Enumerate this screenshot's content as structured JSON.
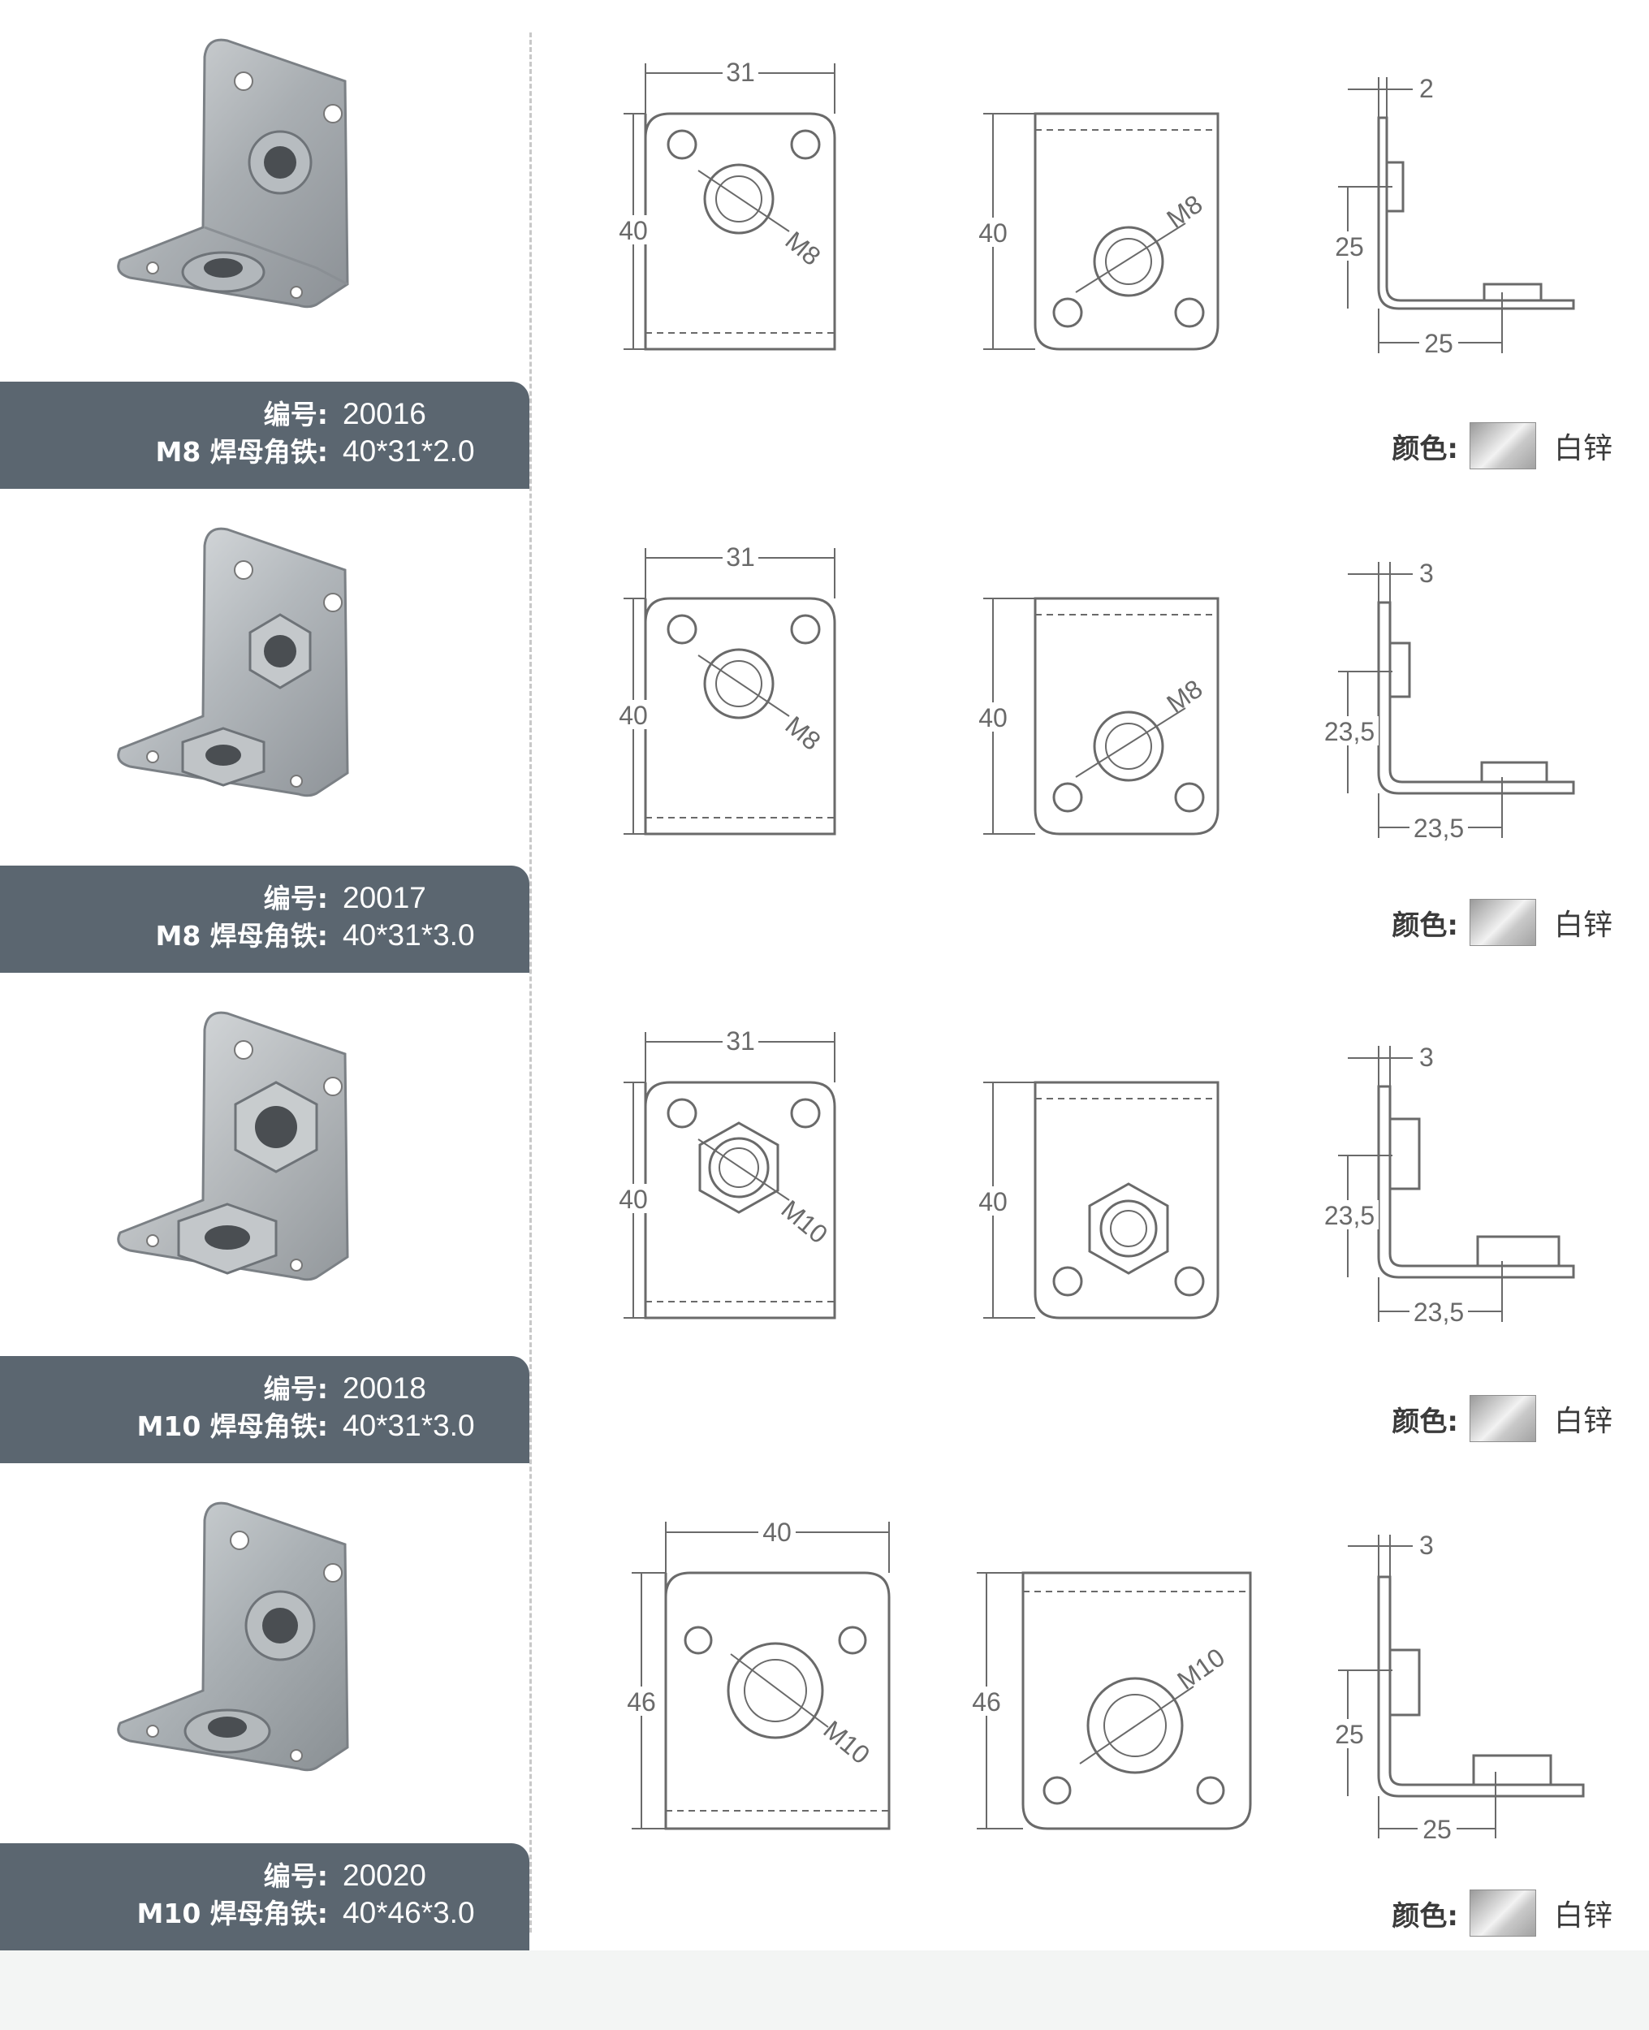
{
  "products": [
    {
      "code_label": "编号:",
      "code": "20016",
      "spec_label": "M8 焊母角铁:",
      "spec": "40*31*2.0",
      "drawing": {
        "front_width": "31",
        "front_height": "40",
        "front_thread": "M8",
        "back_height": "40",
        "back_thread": "M8",
        "side_thickness": "2",
        "side_height": "25",
        "side_length": "25"
      },
      "color_label": "颜色:",
      "color_name": "白锌",
      "nut_type": "round",
      "swatch_color": "#c9c9c9"
    },
    {
      "code_label": "编号:",
      "code": "20017",
      "spec_label": "M8 焊母角铁:",
      "spec": "40*31*3.0",
      "drawing": {
        "front_width": "31",
        "front_height": "40",
        "front_thread": "M8",
        "back_height": "40",
        "back_thread": "M8",
        "side_thickness": "3",
        "side_height": "23,5",
        "side_length": "23,5"
      },
      "color_label": "颜色:",
      "color_name": "白锌",
      "nut_type": "hex",
      "swatch_color": "#c9c9c9"
    },
    {
      "code_label": "编号:",
      "code": "20018",
      "spec_label": "M10 焊母角铁:",
      "spec": "40*31*3.0",
      "drawing": {
        "front_width": "31",
        "front_height": "40",
        "front_thread": "M10",
        "back_height": "40",
        "back_thread": "",
        "side_thickness": "3",
        "side_height": "23,5",
        "side_length": "23,5"
      },
      "color_label": "颜色:",
      "color_name": "白锌",
      "nut_type": "hex",
      "swatch_color": "#c9c9c9"
    },
    {
      "code_label": "编号:",
      "code": "20020",
      "spec_label": "M10 焊母角铁:",
      "spec": "40*46*3.0",
      "drawing": {
        "front_width": "40",
        "front_height": "46",
        "front_thread": "M10",
        "back_height": "46",
        "back_thread": "M10",
        "side_thickness": "3",
        "side_height": "25",
        "side_length": "25"
      },
      "color_label": "颜色:",
      "color_name": "白锌",
      "nut_type": "round",
      "swatch_color": "#c9c9c9"
    }
  ]
}
